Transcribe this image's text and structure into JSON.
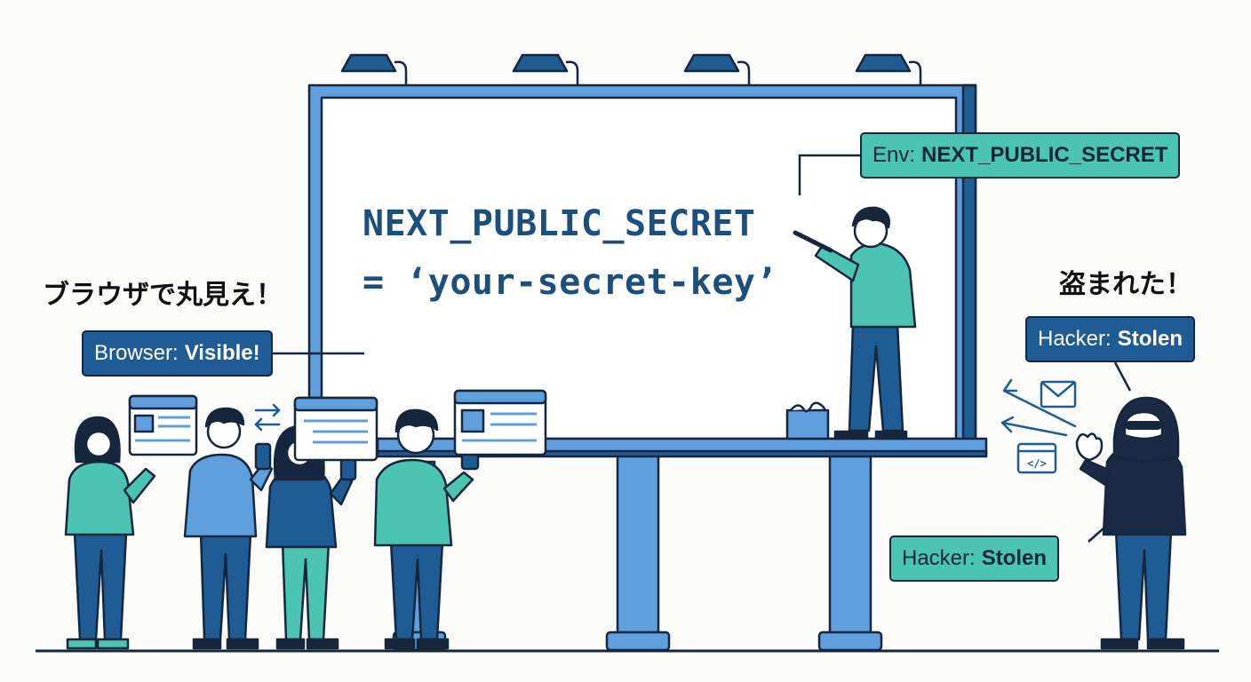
{
  "billboard": {
    "code_line_1": "NEXT_PUBLIC_SECRET",
    "code_line_2": "= ‘your-secret-key’"
  },
  "labels": {
    "env_prefix": "Env:",
    "env_value": "NEXT_PUBLIC_SECRET",
    "browser_prefix": "Browser:",
    "browser_value": "Visible!",
    "hacker_top_prefix": "Hacker:",
    "hacker_top_value": "Stolen",
    "hacker_bottom_prefix": "Hacker:",
    "hacker_bottom_value": "Stolen"
  },
  "captions": {
    "browser_jp": "ブラウザで丸見え！",
    "hacker_jp": "盗まれた！"
  },
  "icons": {
    "code_icon_text": "</>"
  },
  "colors": {
    "navy": "#1f5b94",
    "blue": "#5f9fdd",
    "teal": "#4cc4b4",
    "outline": "#16263d",
    "code_text": "#1d4f7c"
  }
}
